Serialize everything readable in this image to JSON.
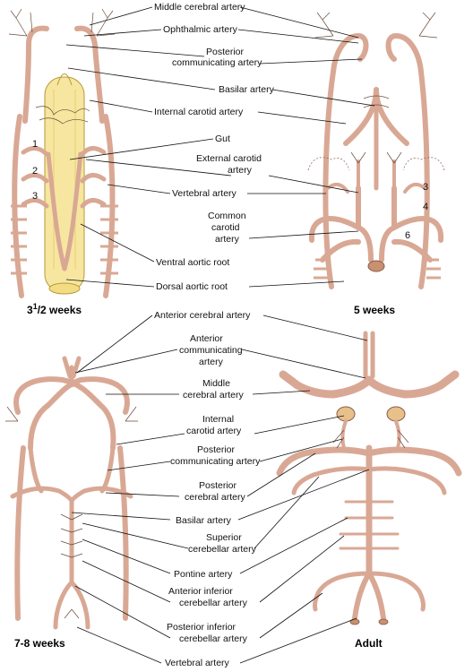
{
  "panels": {
    "p1": {
      "title_main": "3",
      "title_sup": "1",
      "title_rest": "/2 weeks"
    },
    "p2": {
      "title": "5 weeks"
    },
    "p3": {
      "title": "7-8 weeks"
    },
    "p4": {
      "title": "Adult"
    }
  },
  "labels": {
    "middle_cerebral_artery": "Middle cerebral artery",
    "ophthalmic_artery": "Ophthalmic artery",
    "posterior_communicating_1": "Posterior",
    "posterior_communicating_2": "communicating artery",
    "basilar_artery": "Basilar artery",
    "internal_carotid_artery": "Internal carotid artery",
    "gut": "Gut",
    "external_carotid_1": "External carotid",
    "external_carotid_2": "artery",
    "vertebral_artery": "Vertebral artery",
    "common_carotid_1": "Common",
    "common_carotid_2": "carotid",
    "common_carotid_3": "artery",
    "ventral_aortic_root": "Ventral aortic root",
    "dorsal_aortic_root": "Dorsal aortic root",
    "anterior_cerebral_artery": "Anterior cerebral artery",
    "anterior_communicating_1": "Anterior",
    "anterior_communicating_2": "communicating",
    "anterior_communicating_3": "artery",
    "middle_cerebral_b1": "Middle",
    "middle_cerebral_b2": "cerebral artery",
    "internal_carotid_b1": "Internal",
    "internal_carotid_b2": "carotid artery",
    "posterior_communicating_b1": "Posterior",
    "posterior_communicating_b2": "communicating artery",
    "posterior_cerebral_1": "Posterior",
    "posterior_cerebral_2": "cerebral artery",
    "basilar_artery_b": "Basilar artery",
    "superior_cerebellar_1": "Superior",
    "superior_cerebellar_2": "cerebellar artery",
    "pontine_artery": "Pontine artery",
    "anterior_inferior_1": "Anterior inferior",
    "anterior_inferior_2": "cerebellar artery",
    "posterior_inferior_1": "Posterior inferior",
    "posterior_inferior_2": "cerebellar artery",
    "vertebral_artery_b": "Vertebral artery"
  },
  "arch_numbers": {
    "n1": "1",
    "n2": "2",
    "n3": "3",
    "n3b": "3",
    "n4": "4",
    "n6": "6"
  }
}
